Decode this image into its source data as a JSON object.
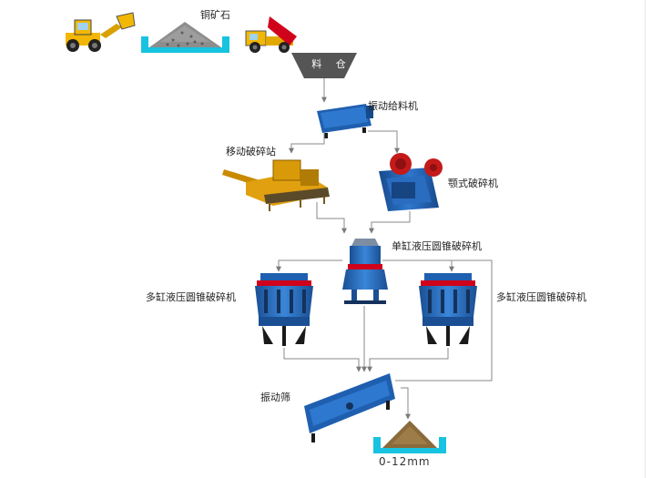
{
  "labels": {
    "copper_ore": "铜矿石",
    "silo": "料 仓",
    "vibrating_feeder": "振动给料机",
    "mobile_crushing_station": "移动破碎站",
    "jaw_crusher": "颚式破碎机",
    "single_cylinder_cone": "单缸液压圆锥破碎机",
    "multi_cylinder_cone_left": "多缸液压圆锥破碎机",
    "multi_cylinder_cone_right": "多缸液压圆锥破碎机",
    "vibrating_screen": "振动筛",
    "output_size": "0-12mm"
  },
  "colors": {
    "machine_yellow": "#f2b705",
    "machine_blue": "#1f5fb0",
    "silo_gray": "#555555",
    "pile_cyan": "#17c3e0",
    "arrow_gray": "#8a8a8a",
    "product_brown": "#8a6a3a"
  },
  "icons": {
    "loader": "wheel-loader-icon",
    "ore_pile": "ore-pile-icon",
    "dump_truck": "dump-truck-icon"
  }
}
